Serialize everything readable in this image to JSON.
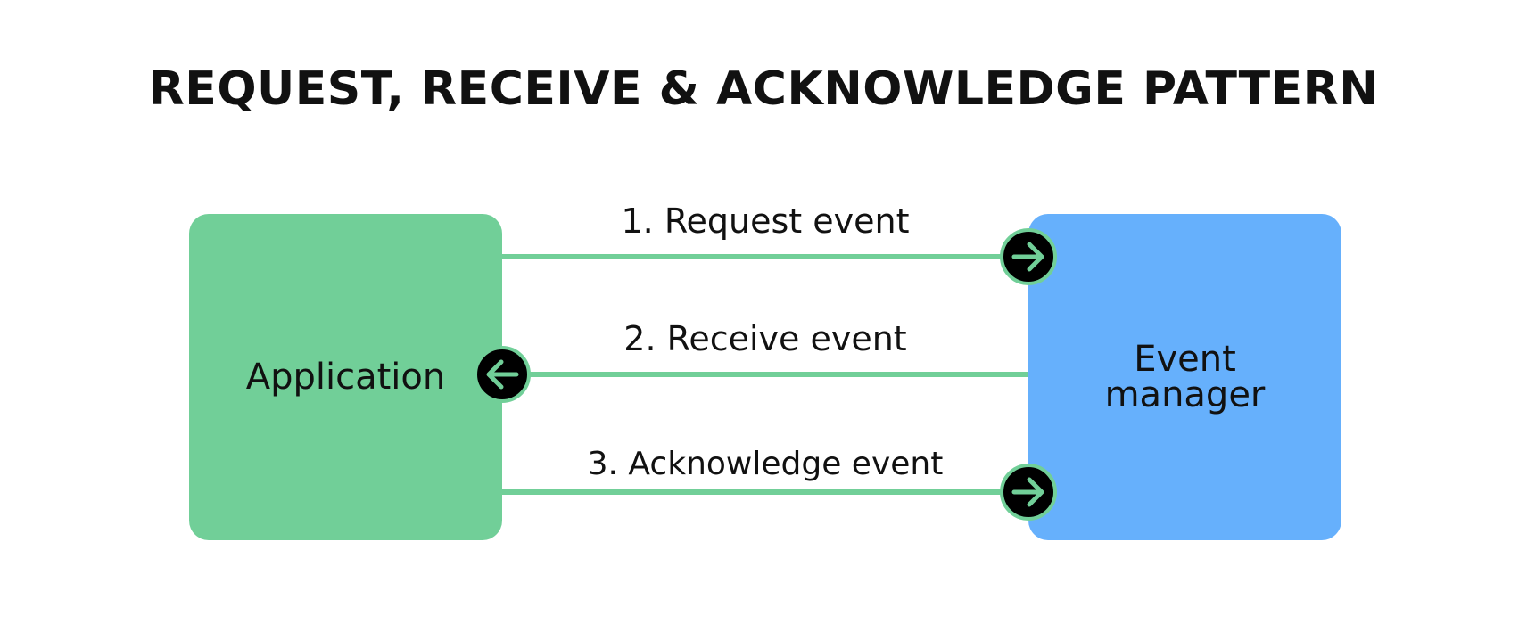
{
  "title": "REQUEST, RECEIVE & ACKNOWLEDGE PATTERN",
  "nodes": {
    "application": "Application",
    "event_manager": "Event manager"
  },
  "flows": [
    {
      "label": "1.  Request event",
      "direction": "right",
      "icon": "arrow-right-icon"
    },
    {
      "label": "2. Receive event",
      "direction": "left",
      "icon": "arrow-left-icon"
    },
    {
      "label": "3. Acknowledge event",
      "direction": "right",
      "icon": "arrow-right-icon"
    }
  ],
  "colors": {
    "application_box": "#71cf98",
    "event_manager_box": "#66b0fc",
    "connector": "#71cf98",
    "arrow_head_fill": "#000000",
    "arrow_head_stroke": "#71cf98"
  }
}
